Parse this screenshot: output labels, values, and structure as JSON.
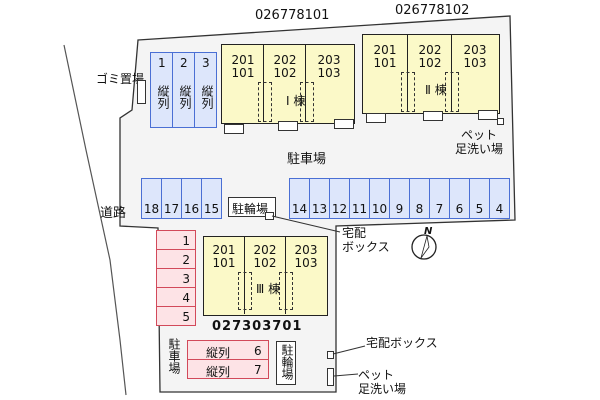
{
  "parcel_numbers": {
    "north_left": "026778101",
    "north_right": "026778102",
    "south": "027303701"
  },
  "buildings": {
    "b1": {
      "label": "Ⅰ 棟",
      "units": [
        [
          "201",
          "101"
        ],
        [
          "202",
          "102"
        ],
        [
          "203",
          "103"
        ]
      ]
    },
    "b2": {
      "label": "Ⅱ 棟",
      "units": [
        [
          "201",
          "101"
        ],
        [
          "202",
          "102"
        ],
        [
          "203",
          "103"
        ]
      ]
    },
    "b3": {
      "label": "Ⅲ 棟",
      "units": [
        [
          "201",
          "101"
        ],
        [
          "202",
          "102"
        ],
        [
          "203",
          "103"
        ]
      ]
    }
  },
  "labels": {
    "garbage": "ゴミ置場",
    "road": "道路",
    "parking_main": "駐車場",
    "pet_wash_top": [
      "ペット",
      "足洗い場"
    ],
    "bicycle_top": "駐輪場",
    "delivery_top": [
      "宅配",
      "ボックス"
    ],
    "parking_south": "駐車場",
    "bicycle_south": "駐輪場",
    "delivery_bottom": "宅配ボックス",
    "pet_wash_bottom": [
      "ペット",
      "足洗い場"
    ],
    "compass": "N"
  },
  "parking": {
    "vertical_top": [
      {
        "num": "1",
        "text": "縦列"
      },
      {
        "num": "2",
        "text": "縦列"
      },
      {
        "num": "3",
        "text": "縦列"
      }
    ],
    "row_left": [
      "18",
      "17",
      "16",
      "15"
    ],
    "row_right": [
      "14",
      "13",
      "12",
      "11",
      "10",
      "9",
      "8",
      "7",
      "6",
      "5",
      "4"
    ],
    "red_column": [
      "1",
      "2",
      "3",
      "4",
      "5"
    ],
    "bottom": [
      {
        "text": "縦列",
        "num": "6"
      },
      {
        "text": "縦列",
        "num": "7"
      }
    ]
  },
  "colors": {
    "building": "#fbf9c8",
    "parking_blue": "#dde6fb",
    "parking_red": "#fde3e6",
    "lot": "#f4f4f4"
  }
}
